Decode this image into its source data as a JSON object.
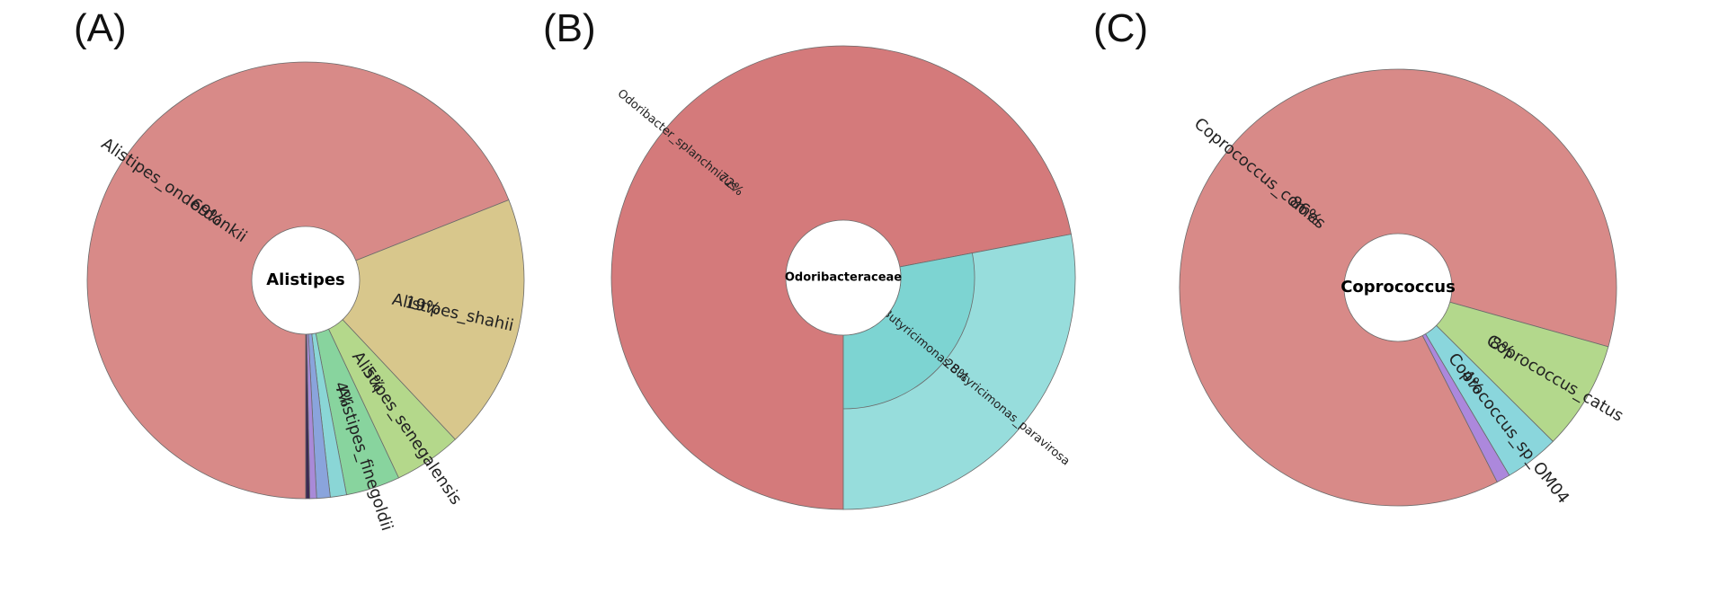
{
  "chart_data": [
    {
      "type": "pie",
      "panel_label": "(A)",
      "center_label": "Alistipes",
      "slices": [
        {
          "name": "Alistipes_onderdonkii",
          "value": 69,
          "percent_label": "69%",
          "color": "#d88a88"
        },
        {
          "name": "Alistipes_shahii",
          "value": 19,
          "percent_label": "19%",
          "color": "#d8c78c"
        },
        {
          "name": "Alistipes_senegalensis",
          "value": 5,
          "percent_label": "5%",
          "color": "#b4d88b"
        },
        {
          "name": "Alistipes_finegoldii",
          "value": 4,
          "percent_label": "4%",
          "color": "#88d49e"
        },
        {
          "name": "",
          "value": 1.2,
          "percent_label": "",
          "color": "#8ad6d6"
        },
        {
          "name": "",
          "value": 1.0,
          "percent_label": "",
          "color": "#8aa4dc"
        },
        {
          "name": "",
          "value": 0.5,
          "percent_label": "",
          "color": "#a98ad8"
        },
        {
          "name": "",
          "value": 0.3,
          "percent_label": "",
          "color": "#3a2a52"
        }
      ]
    },
    {
      "type": "pie",
      "panel_label": "(B)",
      "center_label": "Odoribacteraceae",
      "slices": [
        {
          "name": "Odoribacter_splanchnicus",
          "value": 72,
          "percent_label": "72%",
          "color": "#d47a7b"
        },
        {
          "name": "Butyricimonas_paravirosa",
          "value": 28,
          "percent_label": "28%",
          "color": "#97dddc",
          "inner_group": "Butyricimonas",
          "inner_color": "#7dd4d2"
        }
      ]
    },
    {
      "type": "pie",
      "panel_label": "(C)",
      "center_label": "Coprococcus",
      "slices": [
        {
          "name": "Coprococcus_comes",
          "value": 86,
          "percent_label": "86%",
          "color": "#d88a88"
        },
        {
          "name": "Coprococcus_catus",
          "value": 8,
          "percent_label": "8%",
          "color": "#b3d88c"
        },
        {
          "name": "Coprococcus_sp_OM04",
          "value": 4,
          "percent_label": "4%",
          "color": "#8ad6dc"
        },
        {
          "name": "",
          "value": 1,
          "percent_label": "",
          "color": "#ac88dc"
        }
      ]
    }
  ]
}
